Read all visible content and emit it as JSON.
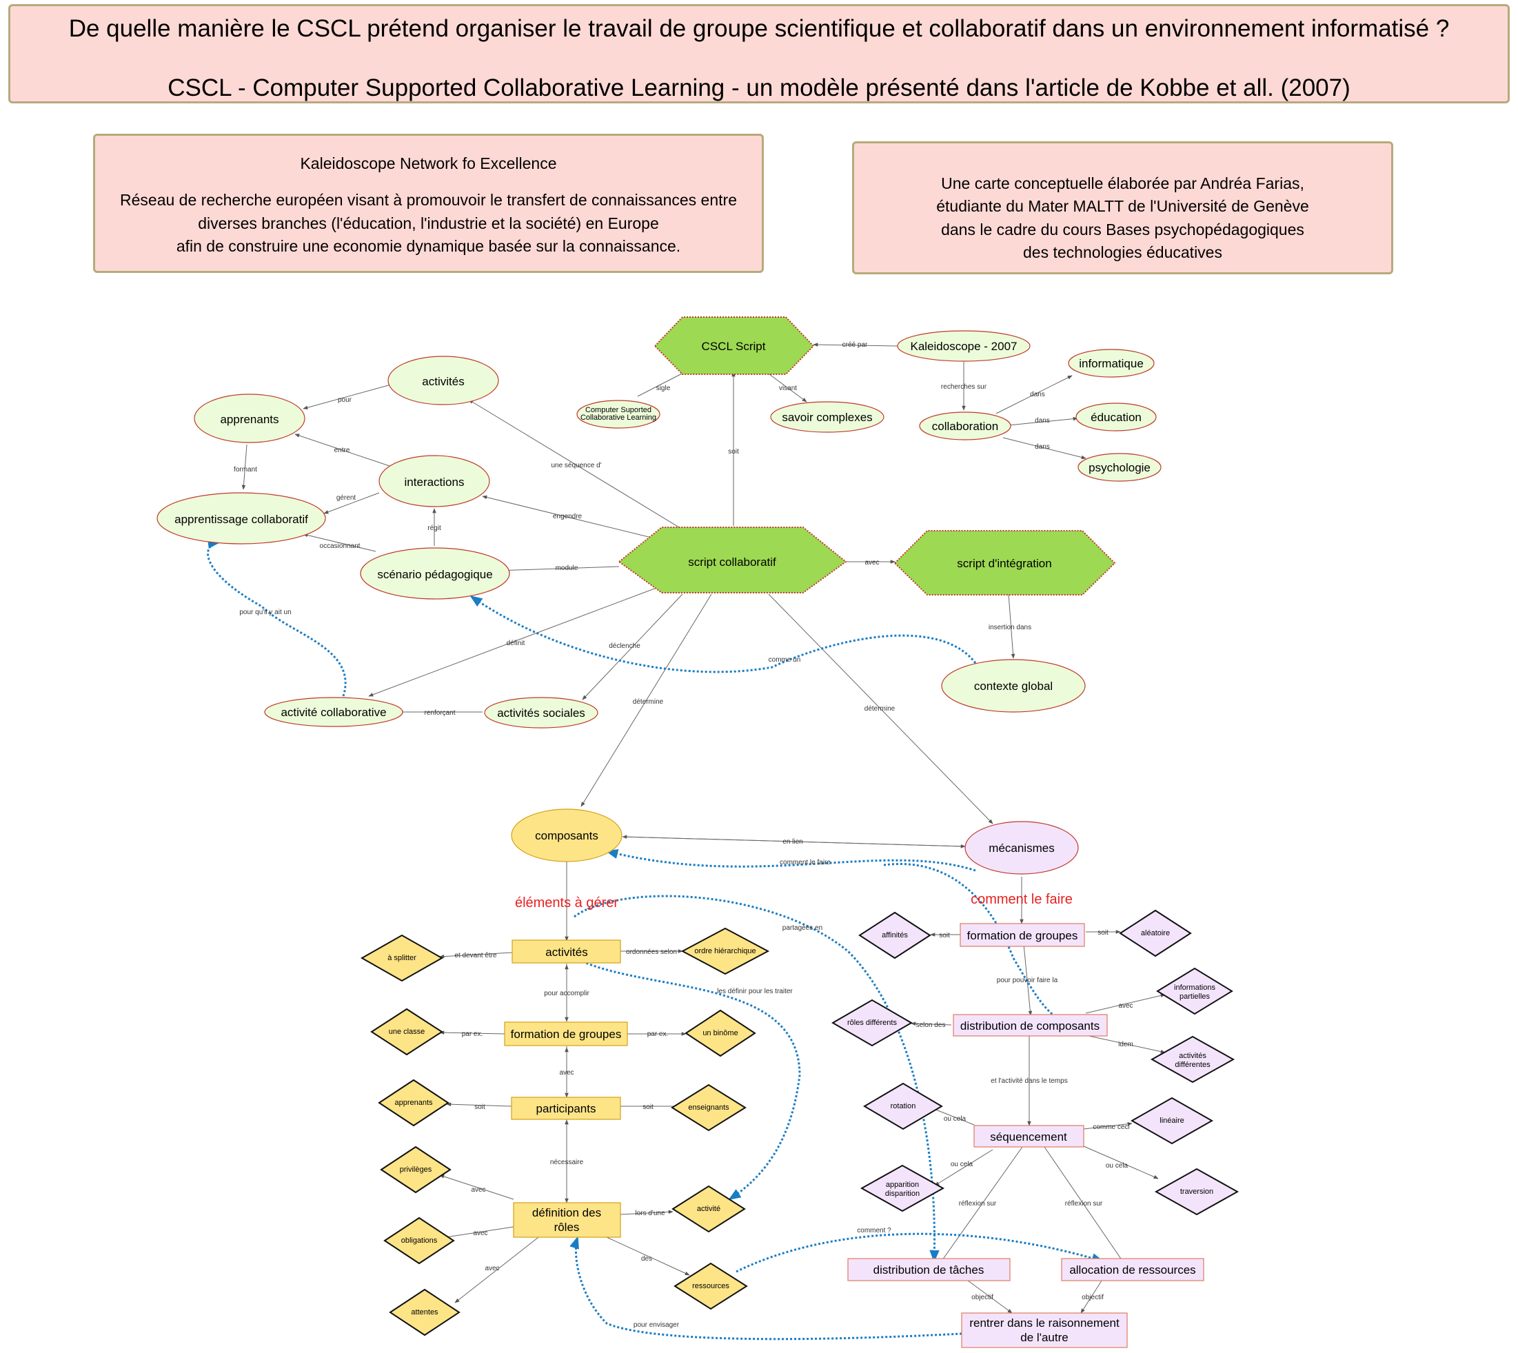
{
  "header": {
    "question": "De quelle manière le CSCL prétend organiser le travail de groupe scientifique et collaboratif dans un environnement informatisé ?",
    "subtitle": "CSCL - Computer Supported Collaborative Learning - un modèle présenté dans l'article de Kobbe et all. (2007)"
  },
  "kaleidoscope_box": {
    "title": "Kaleidoscope Network fo Excellence",
    "lines": [
      "Réseau de recherche européen visant à promouvoir le transfert de connaissances entre",
      "diverses branches (l'éducation, l'industrie et la société) en Europe",
      "afin de construire une economie dynamique basée sur la connaissance."
    ]
  },
  "author_box": {
    "lines": [
      "Une carte conceptuelle élaborée par Andréa Farias,",
      "étudiante du Mater MALTT de l'Université de Genève",
      "dans le cadre du cours Bases psychopédagogiques",
      "des technologies éducatives"
    ]
  },
  "colors": {
    "green_hexagon": "#9dd952",
    "green_ellipse": "#ecfbd9",
    "yellow": "#fde487",
    "lavender": "#f3e4fb",
    "node_border_red": "#cc3333",
    "dotted_link": "#1a7dc4",
    "red_text": "#e82020"
  },
  "nodes": {
    "cscl_script": "CSCL Script",
    "kaleidoscope_2007": "Kaleidoscope - 2007",
    "computer_supported_1": "Computer Suported",
    "computer_supported_2": "Collaborative Learning",
    "savoir_complexes": "savoir complexes",
    "collaboration": "collaboration",
    "informatique": "informatique",
    "education": "éducation",
    "psychologie": "psychologie",
    "activites_top": "activités",
    "apprenants_top": "apprenants",
    "interactions": "interactions",
    "apprentissage_collaboratif": "apprentissage collaboratif",
    "scenario_pedagogique": "scénario pédagogique",
    "script_collaboratif": "script collaboratif",
    "script_integration": "script d'intégration",
    "contexte_global": "contexte global",
    "activite_collaborative": "activité collaborative",
    "activites_sociales": "activités sociales",
    "composants": "composants",
    "mecanismes": "mécanismes",
    "elements_a_gerer": "éléments à gérer",
    "comment_le_faire": "comment le faire",
    "activites_c": "activités",
    "a_splitter": "à splitter",
    "ordre_hierarchique": "ordre hiérarchique",
    "formation_groupes_c": "formation de groupes",
    "une_classe": "une classe",
    "un_binome": "un binôme",
    "participants": "participants",
    "apprenants_c": "apprenants",
    "enseignants": "enseignants",
    "definition_roles_1": "définition des",
    "definition_roles_2": "rôles",
    "privileges": "privilèges",
    "obligations": "obligations",
    "attentes": "attentes",
    "activite_d": "activité",
    "ressources": "ressources",
    "formation_groupes_m": "formation de groupes",
    "affinites": "affinités",
    "aleatoire": "aléatoire",
    "distribution_composants": "distribution de composants",
    "roles_differents": "rôles différents",
    "info_partielles_1": "informations",
    "info_partielles_2": "partielles",
    "activites_diff_1": "activités",
    "activites_diff_2": "différentes",
    "sequencement": "séquencement",
    "rotation": "rotation",
    "lineaire": "linéaire",
    "apparition_1": "apparition",
    "apparition_2": "disparition",
    "traversion": "traversion",
    "distribution_taches": "distribution de tâches",
    "allocation_ressources": "allocation de ressources",
    "rentrer_1": "rentrer dans le raisonnement",
    "rentrer_2": "de l'autre"
  },
  "edge_labels": {
    "cree_par": "créé par",
    "sigle": "sigle",
    "visant": "visant",
    "recherches_sur": "recherches sur",
    "dans": "dans",
    "pour": "pour",
    "entre": "entre",
    "formant": "formant",
    "gerent": "gérent",
    "regit": "régit",
    "occasionnant": "occasionnant",
    "une_sequence": "une séquence d'",
    "soit": "soit",
    "engendre": "engendre",
    "module": "module",
    "avec": "avec",
    "insertion_dans": "insertion dans",
    "pour_quil": "pour qu'il y ait un",
    "definit": "définit",
    "declenche": "déclenche",
    "comme_un": "comme un",
    "renforcant": "renforçant",
    "determine": "détermine",
    "en_lien": "en lien",
    "comment_le_faire_small": "comment le faire",
    "partagees_en": "partagées en",
    "et_devant_etre": "et devant être",
    "ordonnees_selon": "ordonnées selon",
    "les_definir": "les définir pour les traiter",
    "pour_accomplir": "pour accomplir",
    "par_ex": "par ex.",
    "necessaire": "nécessaire",
    "lors_dune": "lors d'une",
    "des": "des",
    "pour_envisager": "pour envisager",
    "pour_pouvoir": "pour pouvoir faire la",
    "selon_des": "selon des",
    "idem": "idem",
    "et_lactivite": "et l'activité dans le temps",
    "ou_cela": "ou cela",
    "comme_ceci": "comme ceci",
    "reflexion_sur": "réflexion sur",
    "comment_q": "comment ?",
    "objectif": "objectif"
  }
}
